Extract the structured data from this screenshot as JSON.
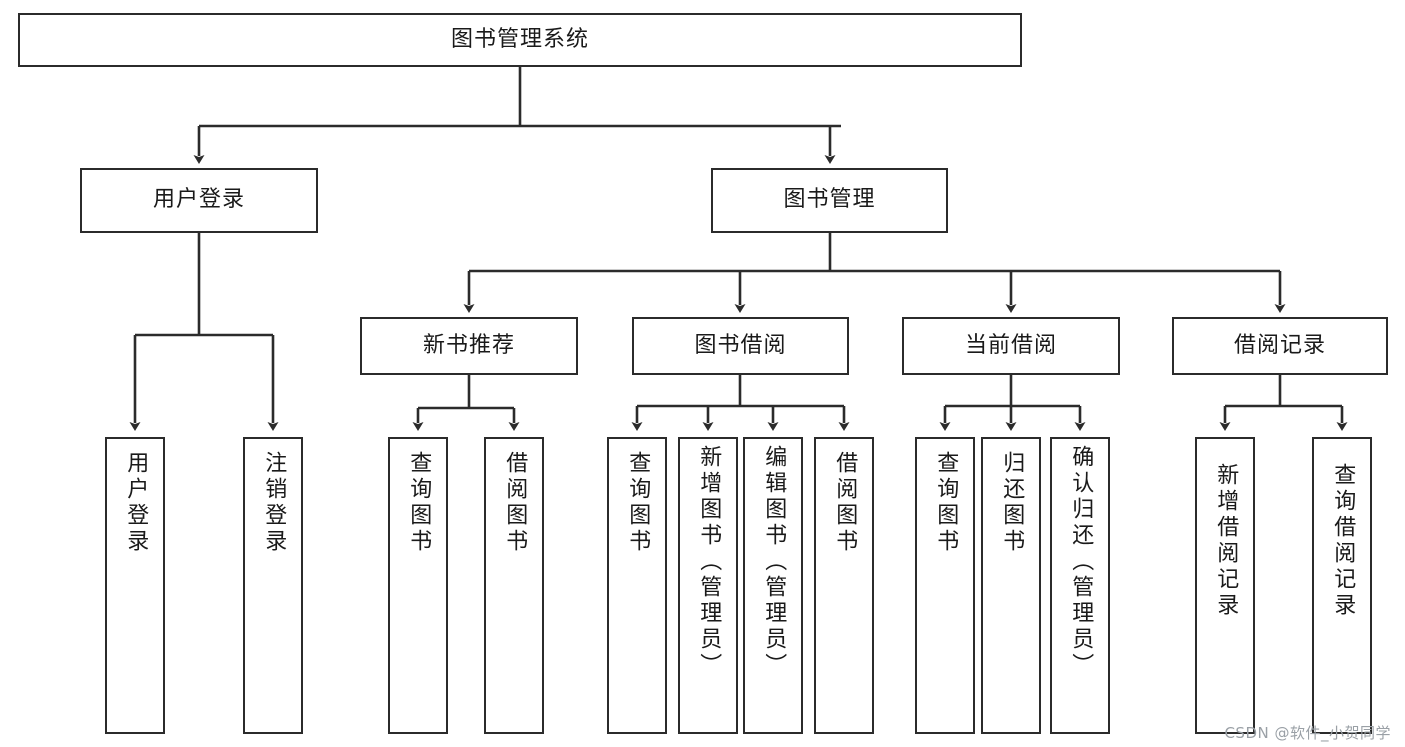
{
  "diagram": {
    "title": "图书管理系统",
    "type": "tree-hierarchy-diagram",
    "orientation": "top-down",
    "colors": {
      "box_border": "#2b2b2b",
      "box_fill": "#ffffff",
      "edge": "#2b2b2b",
      "text": "#1a1a1a",
      "watermark": "#9aa0a6"
    },
    "root": {
      "label": "图书管理系统"
    },
    "level2": [
      {
        "id": "user-login",
        "label": "用户登录"
      },
      {
        "id": "book-management",
        "label": "图书管理"
      }
    ],
    "level3": [
      {
        "id": "new-book-recommend",
        "label": "新书推荐",
        "parent": "book-management"
      },
      {
        "id": "book-borrow",
        "label": "图书借阅",
        "parent": "book-management"
      },
      {
        "id": "current-borrow",
        "label": "当前借阅",
        "parent": "book-management"
      },
      {
        "id": "borrow-record",
        "label": "借阅记录",
        "parent": "book-management"
      }
    ],
    "leaves": {
      "user-login": [
        {
          "id": "leaf-user-login",
          "label": "用户登录"
        },
        {
          "id": "leaf-logout-login",
          "label": "注销登录"
        }
      ],
      "new-book-recommend": [
        {
          "id": "leaf-query-book-1",
          "label": "查询图书"
        },
        {
          "id": "leaf-borrow-book-1",
          "label": "借阅图书"
        }
      ],
      "book-borrow": [
        {
          "id": "leaf-query-book-2",
          "label": "查询图书"
        },
        {
          "id": "leaf-add-book",
          "label": "新增图书（管理员）"
        },
        {
          "id": "leaf-edit-book",
          "label": "编辑图书（管理员）"
        },
        {
          "id": "leaf-borrow-book-2",
          "label": "借阅图书"
        }
      ],
      "current-borrow": [
        {
          "id": "leaf-query-book-3",
          "label": "查询图书"
        },
        {
          "id": "leaf-return-book",
          "label": "归还图书"
        },
        {
          "id": "leaf-confirm-return",
          "label": "确认归还（管理员）"
        }
      ],
      "borrow-record": [
        {
          "id": "leaf-add-record",
          "label": "新增借阅记录"
        },
        {
          "id": "leaf-query-record",
          "label": "查询借阅记录"
        }
      ]
    }
  },
  "watermark": {
    "text": "CSDN @软件_小贺同学"
  }
}
